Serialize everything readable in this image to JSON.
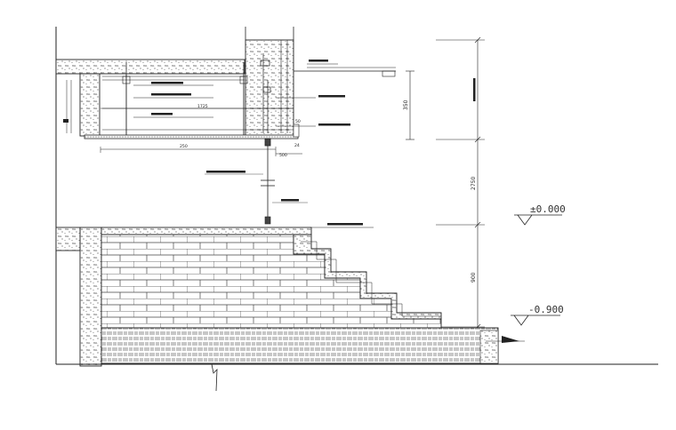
{
  "colors": {
    "line": "#222222",
    "hatch": "#555555",
    "paper": "#ffffff"
  },
  "levels": {
    "upper": "±0.000",
    "lower": "-0.900"
  },
  "dimensions": {
    "ceiling_depth": "350",
    "clear_height": "2750",
    "step_height": "900",
    "beam_span": "1725",
    "offset_left": "250",
    "offset_mid": "500",
    "offset_small": "24",
    "offset_side": "50"
  }
}
